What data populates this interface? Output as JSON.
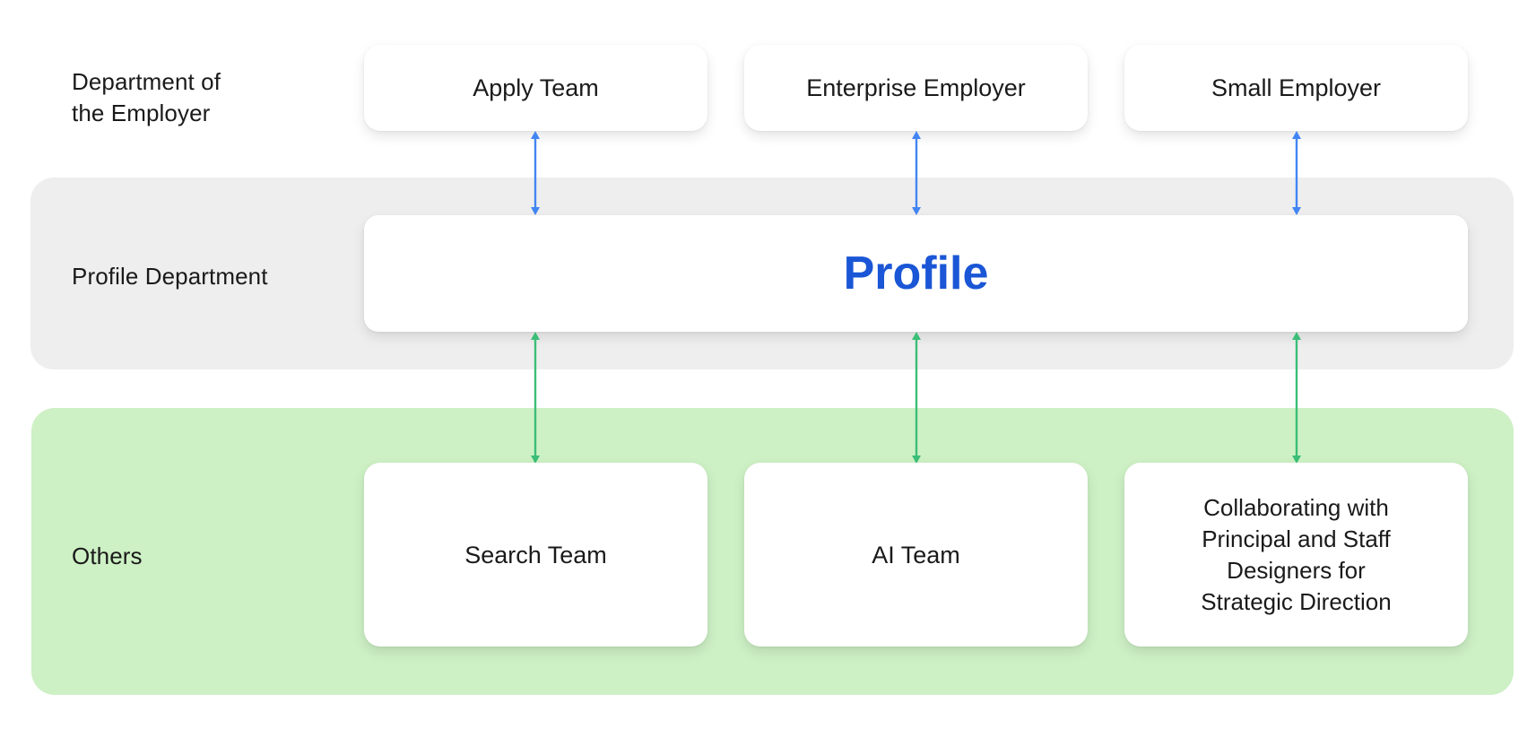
{
  "diagram": {
    "title_text": "Profile",
    "rows": [
      {
        "label": "Department of\nthe Employer",
        "cards": [
          "Apply Team",
          "Enterprise Employer",
          "Small Employer"
        ]
      },
      {
        "label": "Profile Department",
        "cards": [
          "Profile"
        ]
      },
      {
        "label": "Others",
        "cards": [
          "Search Team",
          "AI Team",
          "Collaborating with\nPrincipal and Staff\nDesigners for\nStrategic Direction"
        ]
      }
    ],
    "connectors": {
      "upper_color": "#4285f4",
      "lower_color": "#3bbe77",
      "upper_count": 3,
      "lower_count": 3,
      "style": "double-headed-vertical-arrow"
    },
    "colors": {
      "background": "#ffffff",
      "profile_band": "#eeeeee",
      "others_band": "#cdf0c5",
      "card_background": "#ffffff",
      "text": "#1a1a1a",
      "profile_accent": "#1a56d6"
    }
  }
}
